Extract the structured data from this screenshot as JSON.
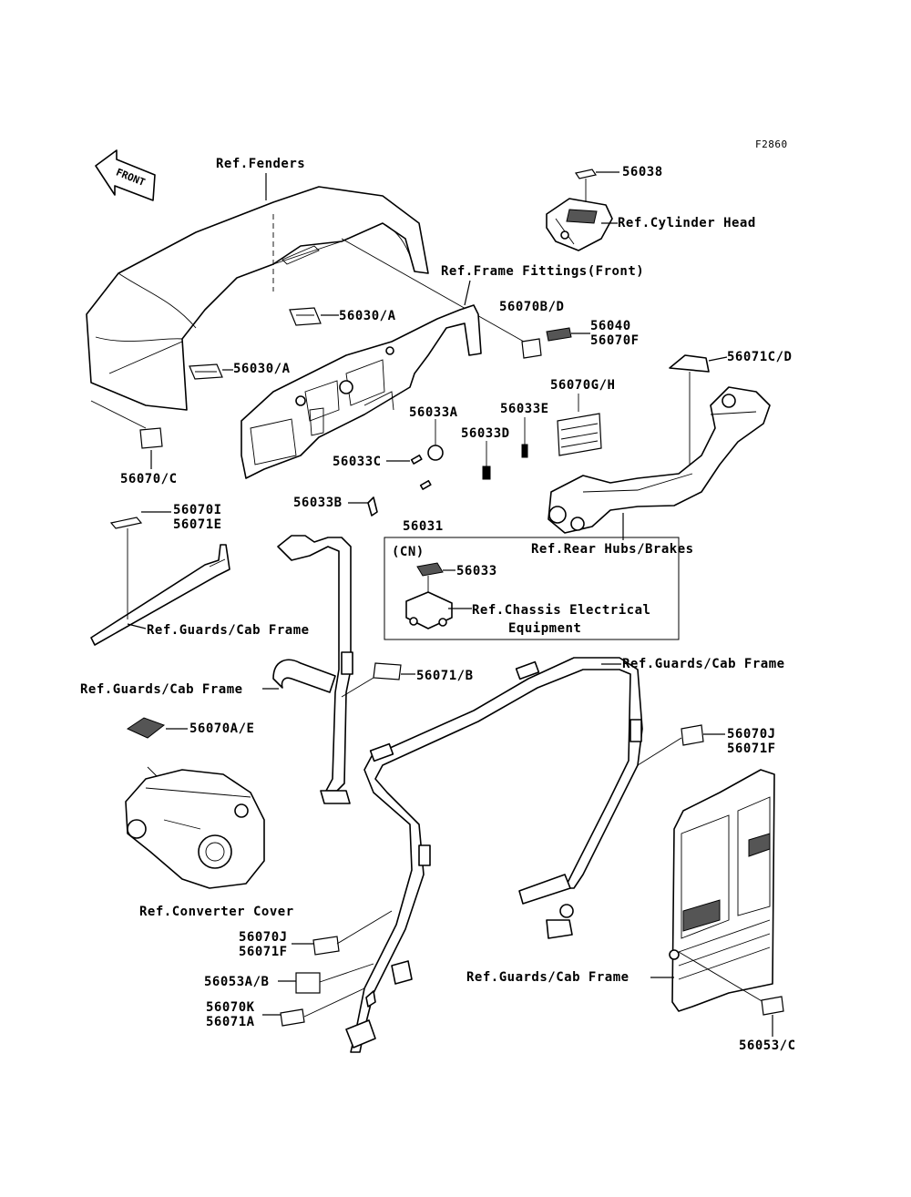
{
  "figure_code": "F2860",
  "front_arrow_text": "FRONT",
  "labels": {
    "ref_fenders": "Ref.Fenders",
    "p56038": "56038",
    "ref_cylinder_head": "Ref.Cylinder Head",
    "ref_frame_fittings": "Ref.Frame Fittings(Front)",
    "p56030a_1": "56030/A",
    "p56030a_2": "56030/A",
    "p56070bd": "56070B/D",
    "p56040": "56040",
    "p56070f": "56070F",
    "p56071cd": "56071C/D",
    "p56070gh": "56070G/H",
    "p56033a": "56033A",
    "p56033e": "56033E",
    "p56033d": "56033D",
    "p56033c": "56033C",
    "p56070c": "56070/C",
    "p56033b": "56033B",
    "p56070i": "56070I",
    "p56071e": "56071E",
    "p56031": "56031",
    "ref_rear_hubs": "Ref.Rear Hubs/Brakes",
    "cn": "(CN)",
    "p56033": "56033",
    "ref_chassis_1": "Ref.Chassis Electrical",
    "ref_chassis_2": "Equipment",
    "ref_guards_1": "Ref.Guards/Cab Frame",
    "ref_guards_2": "Ref.Guards/Cab Frame",
    "ref_guards_3": "Ref.Guards/Cab Frame",
    "ref_guards_4": "Ref.Guards/Cab Frame",
    "p56071b": "56071/B",
    "p56070ae": "56070A/E",
    "p56070j_1": "56070J",
    "p56071f_1": "56071F",
    "ref_converter": "Ref.Converter Cover",
    "p56070j_2": "56070J",
    "p56071f_2": "56071F",
    "p56053ab": "56053A/B",
    "p56070k": "56070K",
    "p56071a": "56071A",
    "p56053c": "56053/C"
  }
}
